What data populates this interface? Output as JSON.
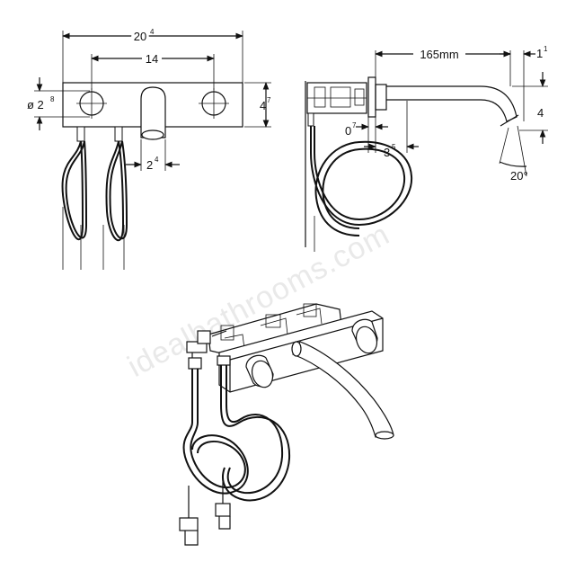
{
  "watermark": "idealbathrooms.com",
  "front_view": {
    "width_main": "20",
    "width_main_sup": "4",
    "handle_spacing": "14",
    "diameter_prefix": "ø 2",
    "diameter_sup": "8",
    "height_main": "4",
    "height_main_sup": "7",
    "spout_offset": "2",
    "spout_offset_sup": "4"
  },
  "side_view": {
    "projection": "165mm",
    "tip_main": "1",
    "tip_sup": "1",
    "spout_height": "4",
    "plate_gap": "0",
    "plate_gap_sup": "7",
    "plate_depth": "3",
    "plate_depth_sup": "5",
    "angle": "20°"
  }
}
